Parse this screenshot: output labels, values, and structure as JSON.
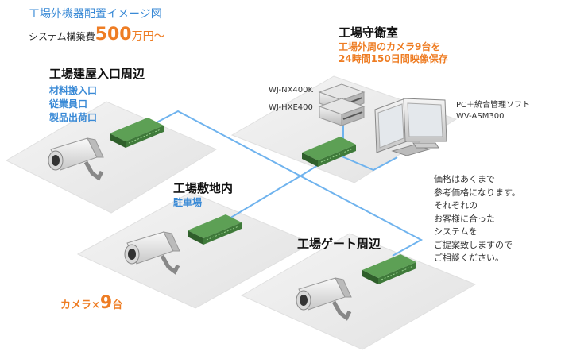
{
  "title": {
    "main": "工場外機器配置イメージ図",
    "cost_prefix": "システム構築費",
    "cost_number": "500",
    "cost_suffix": "万円～"
  },
  "zones": {
    "guard_room": {
      "title": "工場守衛室",
      "desc": [
        "工場外周のカメラ9台を",
        "24時間150日間映像保存"
      ],
      "recorder_top": "WJ-NX400K",
      "recorder_bottom": "WJ-HXE400",
      "pc": [
        "PC＋統合管理ソフト",
        "WV-ASM300"
      ]
    },
    "building_entrance": {
      "title": "工場建屋入口周辺",
      "items": [
        "材料搬入口",
        "従業員口",
        "製品出荷口"
      ]
    },
    "premises": {
      "title": "工場敷地内",
      "items": [
        "駐車場"
      ]
    },
    "gate": {
      "title": "工場ゲート周辺"
    }
  },
  "camera_count": {
    "prefix": "カメラ×",
    "number": "9",
    "suffix": "台"
  },
  "note": [
    "価格はあくまで",
    "参考価格になります。",
    "それぞれの",
    "お客様に合った",
    "システムを",
    "ご提案致しますので",
    "ご相談ください。"
  ],
  "colors": {
    "accent_blue": "#3a8ad6",
    "accent_orange": "#ee7d24",
    "cable": "#6fb3ee",
    "switch_green": "#3f7a3a",
    "platform": "#ececec"
  }
}
